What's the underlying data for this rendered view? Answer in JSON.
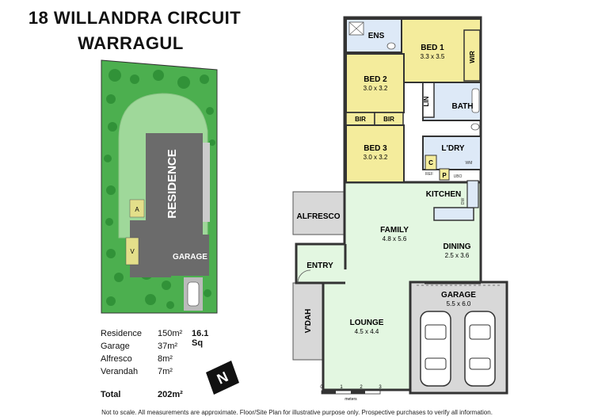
{
  "header": {
    "title_line1": "18 WILLANDRA CIRCUIT",
    "title_line2": "WARRAGUL"
  },
  "site_plan": {
    "residence": "RESIDENCE",
    "garage": "GARAGE",
    "alfresco_tag": "A",
    "verandah_tag": "V"
  },
  "rooms": {
    "ens": "ENS",
    "bed1": "BED 1",
    "bed1_size": "3.3 x 3.5",
    "wir": "WIR",
    "bed2": "BED 2",
    "bed2_size": "3.0 x 3.2",
    "bir1": "BIR",
    "bir2": "BIR",
    "lin": "LIN",
    "bath": "BATH",
    "bed3": "BED 3",
    "bed3_size": "3.0 x 3.2",
    "ldry": "L'DRY",
    "c": "C",
    "wm": "WM",
    "ref": "REF",
    "p": "P",
    "ubo": "UBO",
    "dw": "DW",
    "kitchen": "KITCHEN",
    "alfresco": "ALFRESCO",
    "family": "FAMILY",
    "family_size": "4.8 x 5.6",
    "dining": "DINING",
    "dining_size": "2.5 x 3.6",
    "entry": "ENTRY",
    "vdah": "V'DAH",
    "lounge": "LOUNGE",
    "lounge_size": "4.5 x 4.4",
    "garage": "GARAGE",
    "garage_size": "5.5 x 6.0"
  },
  "areas": [
    {
      "label": "Residence",
      "value": "150m²",
      "extra": "16.1 Sq"
    },
    {
      "label": "Garage",
      "value": "37m²",
      "extra": ""
    },
    {
      "label": "Alfresco",
      "value": "8m²",
      "extra": ""
    },
    {
      "label": "Verandah",
      "value": "7m²",
      "extra": ""
    }
  ],
  "total": {
    "label": "Total",
    "value": "202m²"
  },
  "scale": {
    "ticks": [
      "0",
      "1",
      "2",
      "3"
    ],
    "unit": "meters"
  },
  "compass": {
    "letter": "N"
  },
  "disclaimer": "Not to scale. All measurements are approximate. Floor/Site Plan for illustrative purpose only. Prospective purchases to verify all information.",
  "colors": {
    "bedroom": "#f4ec9c",
    "wet": "#dde9f7",
    "living": "#e3f7e1",
    "outdoor": "#d8d8d8",
    "site_green": "#4caf4f",
    "roof": "#6b6b6b"
  }
}
